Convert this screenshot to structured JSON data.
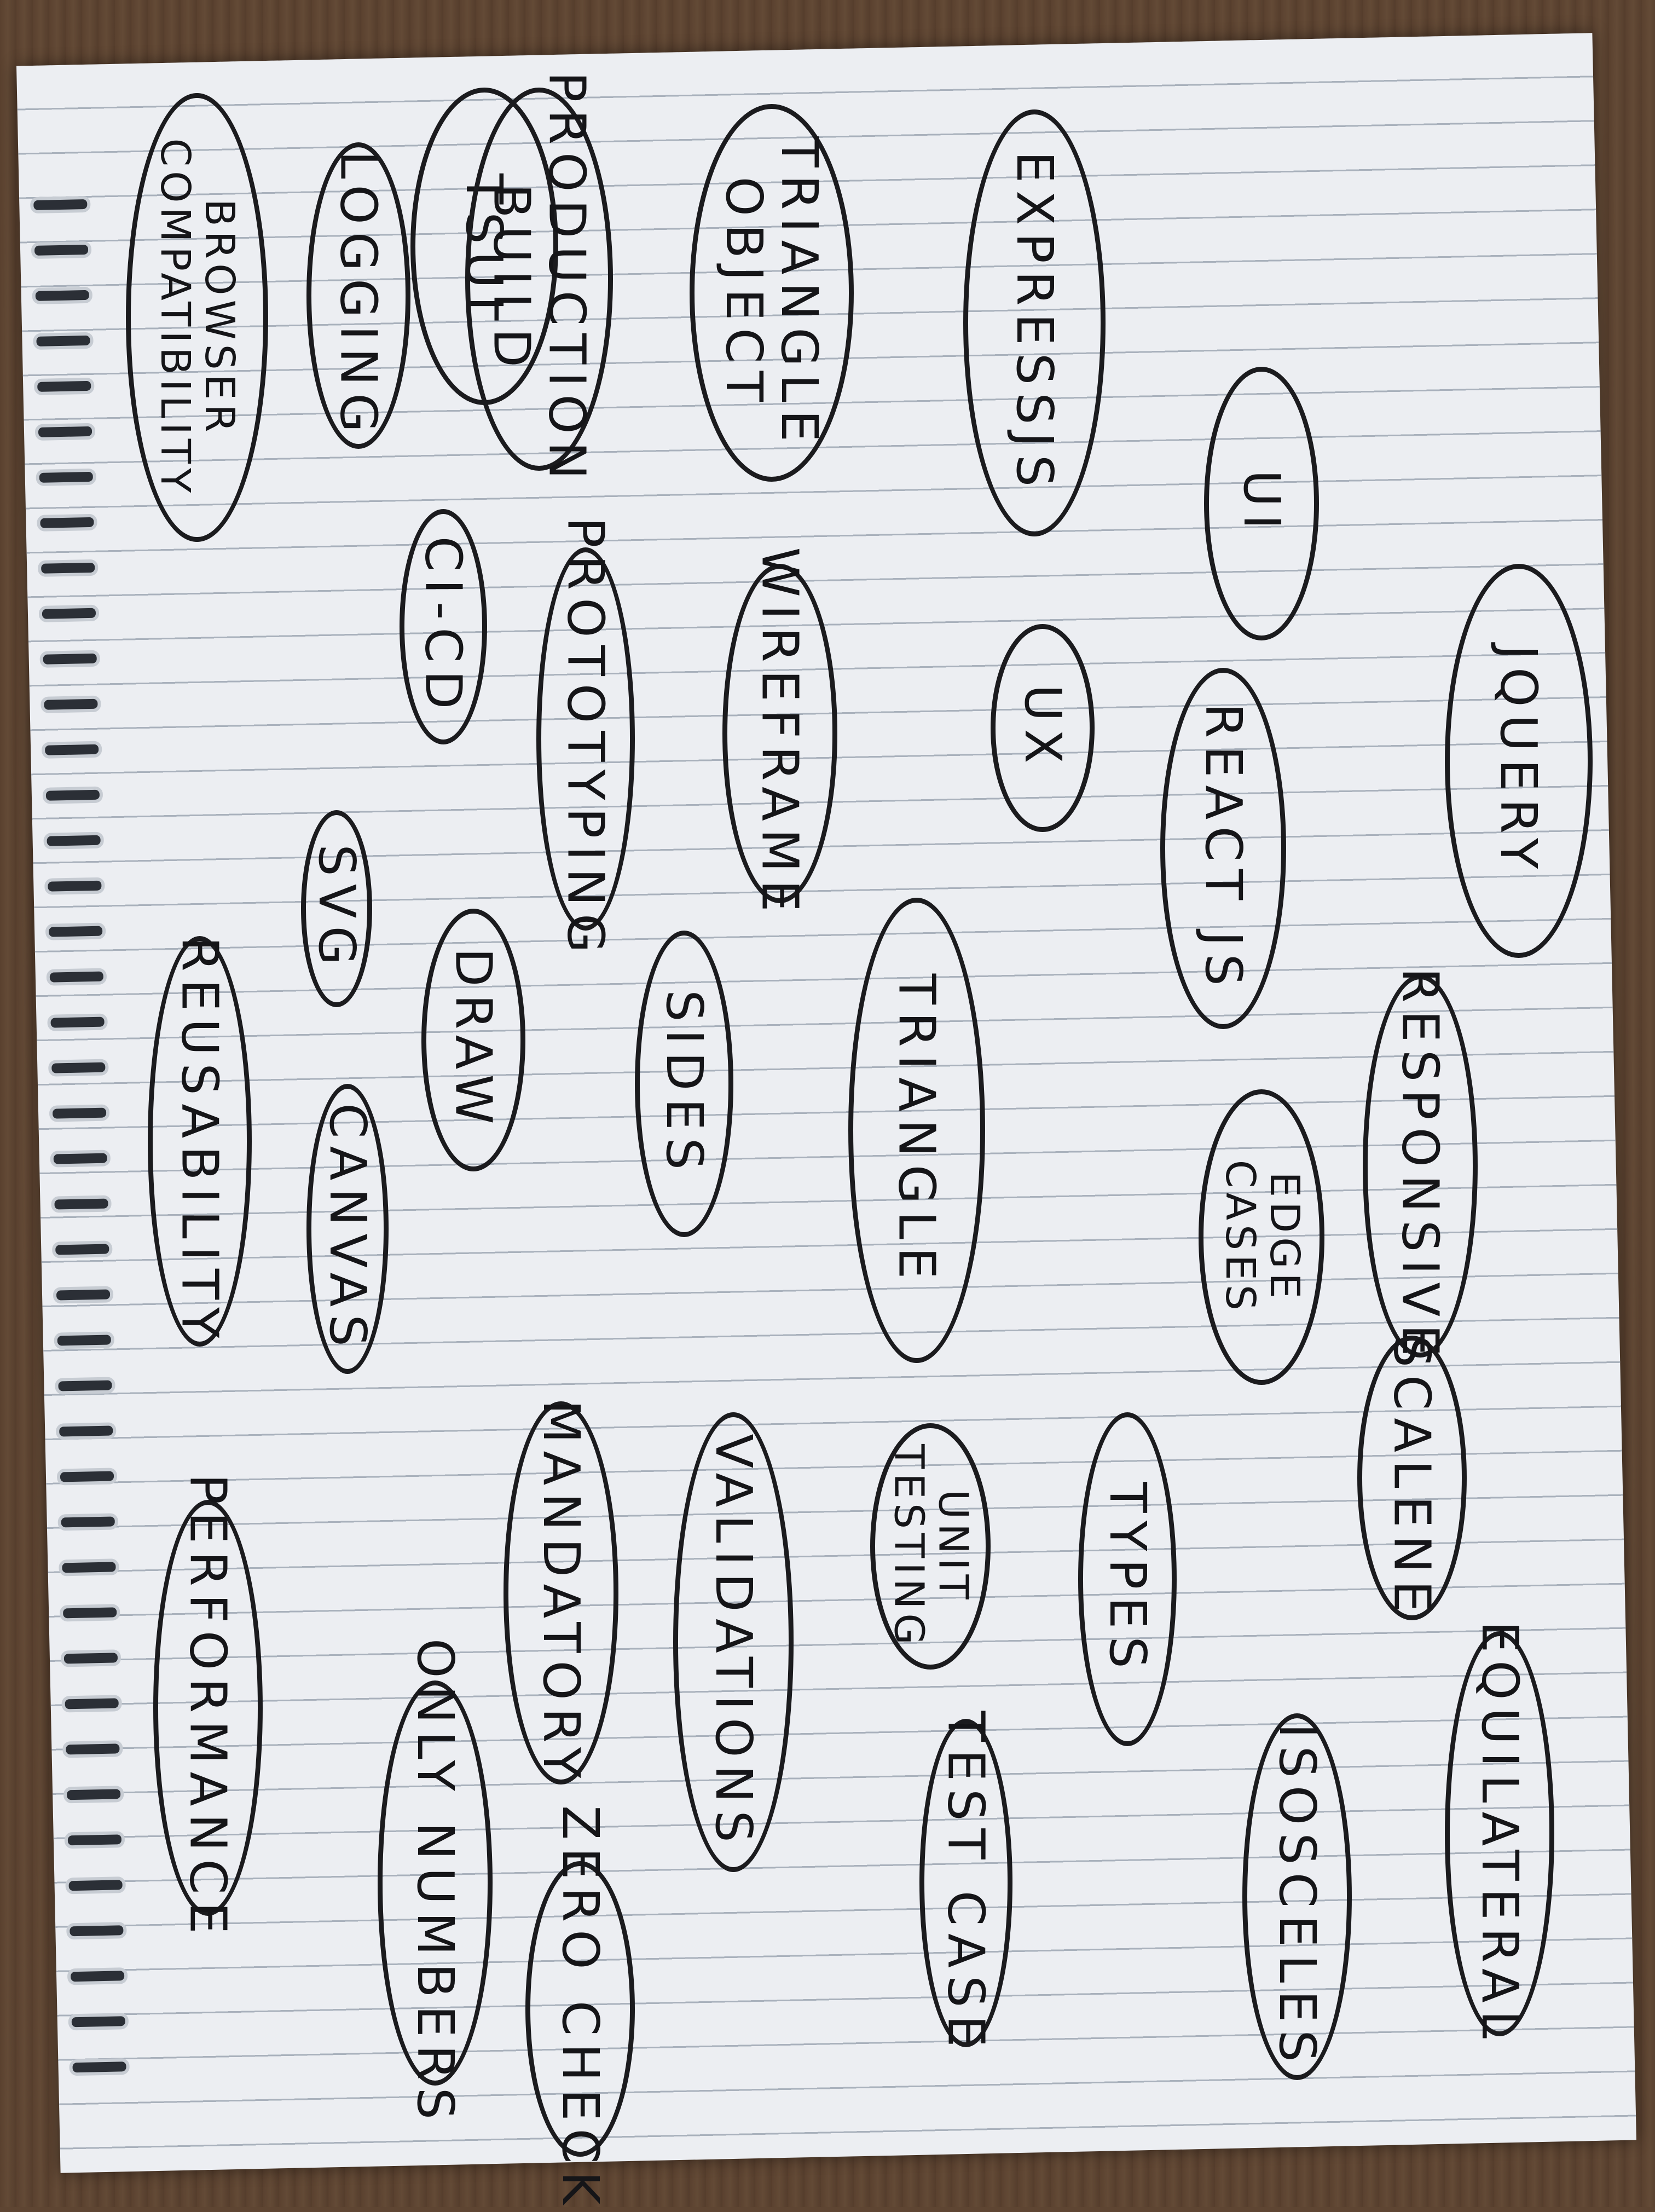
{
  "bubbles": [
    {
      "id": "tsui",
      "text": "TSUI"
    },
    {
      "id": "ui",
      "text": "UI"
    },
    {
      "id": "jquery",
      "text": "JQUERY"
    },
    {
      "id": "expressjs",
      "text": "EXPRESSJS"
    },
    {
      "id": "triangle-object",
      "text": "TRIANGLE\nOBJECT"
    },
    {
      "id": "production-build",
      "text": "PRODUCTION\nBUILD"
    },
    {
      "id": "logging",
      "text": "LOGGING"
    },
    {
      "id": "browser-compatibility",
      "text": "BROWSER\nCOMPATIBILITY"
    },
    {
      "id": "ci-cd",
      "text": "CI-CD"
    },
    {
      "id": "prototyping",
      "text": "PROTOTYPING"
    },
    {
      "id": "wireframe",
      "text": "WIREFRAME"
    },
    {
      "id": "ux",
      "text": "UX"
    },
    {
      "id": "react-js",
      "text": "REACT JS"
    },
    {
      "id": "responsive",
      "text": "RESPONSIVE"
    },
    {
      "id": "svg",
      "text": "SVG"
    },
    {
      "id": "draw",
      "text": "DRAW"
    },
    {
      "id": "sides",
      "text": "SIDES"
    },
    {
      "id": "triangle",
      "text": "TRIANGLE"
    },
    {
      "id": "edge-cases",
      "text": "EDGE\nCASES"
    },
    {
      "id": "reusability",
      "text": "REUSABILITY"
    },
    {
      "id": "canvas",
      "text": "CANVAS"
    },
    {
      "id": "scalene",
      "text": "SCALENE"
    },
    {
      "id": "mandatory",
      "text": "MANDATORY"
    },
    {
      "id": "validations",
      "text": "VALIDATIONS"
    },
    {
      "id": "unit-testing",
      "text": "UNIT\nTESTING"
    },
    {
      "id": "types",
      "text": "TYPES"
    },
    {
      "id": "performance",
      "text": "PERFORMANCE"
    },
    {
      "id": "only-numbers",
      "text": "ONLY NUMBERS"
    },
    {
      "id": "zero-check",
      "text": "ZERO CHECK"
    },
    {
      "id": "test-case",
      "text": "TEST CASE"
    },
    {
      "id": "isosceles",
      "text": "ISOSCELES"
    },
    {
      "id": "equilateral",
      "text": "EQUILATERAL"
    }
  ]
}
